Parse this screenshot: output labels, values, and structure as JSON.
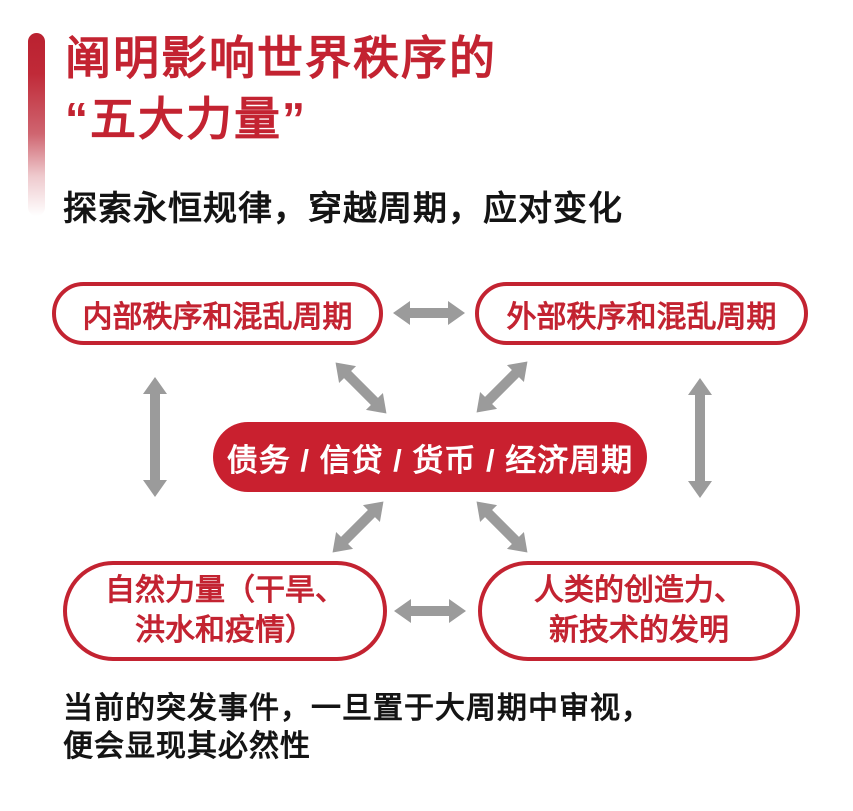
{
  "colors": {
    "brand_red": "#c32331",
    "center_pill_red": "#c9202f",
    "arrow_gray": "#9b9b9b",
    "text_black": "#141414"
  },
  "header": {
    "title_line1": "阐明影响世界秩序的",
    "title_line2": "“五大力量”",
    "subtitle": "探索永恒规律，穿越周期，应对变化"
  },
  "diagram": {
    "top_left_box": "内部秩序和混乱周期",
    "top_right_box": "外部秩序和混乱周期",
    "center_box": "债务 / 信贷 / 货币 / 经济周期",
    "bottom_left_box_line1": "自然力量（干旱、",
    "bottom_left_box_line2": "洪水和疫情）",
    "bottom_right_box_line1": "人类的创造力、",
    "bottom_right_box_line2": "新技术的发明",
    "arrows": [
      "top-boxes-horizontal-double-arrow",
      "bottom-boxes-horizontal-double-arrow",
      "left-vertical-double-arrow",
      "right-vertical-double-arrow",
      "center-to-top-left-double-arrow",
      "center-to-top-right-double-arrow",
      "center-to-bottom-left-double-arrow",
      "center-to-bottom-right-double-arrow"
    ]
  },
  "footer": {
    "note_line1": "当前的突发事件，一旦置于大周期中审视，",
    "note_line2": "便会显现其必然性"
  }
}
